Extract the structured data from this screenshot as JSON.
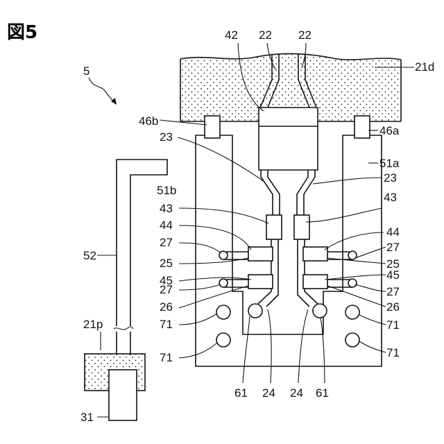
{
  "figure": {
    "title": "図5",
    "labels": {
      "l5": "5",
      "l42": "42",
      "l22a": "22",
      "l22b": "22",
      "l21d": "21d",
      "l46b": "46b",
      "l46a": "46a",
      "l23a": "23",
      "l51a": "51a",
      "l51b": "51b",
      "l23b": "23",
      "l43a": "43",
      "l43b": "43",
      "l44a": "44",
      "l44b": "44",
      "l27a": "27",
      "l27b": "27",
      "l52": "52",
      "l25a": "25",
      "l25b": "25",
      "l45a": "45",
      "l45b": "45",
      "l27c": "27",
      "l27d": "27",
      "l26a": "26",
      "l26b": "26",
      "l71a": "71",
      "l71b": "71",
      "l21p": "21p",
      "l71c": "71",
      "l71d": "71",
      "l61a": "61",
      "l24a": "24",
      "l24b": "24",
      "l61b": "61",
      "l31": "31"
    }
  },
  "colors": {
    "ink": "#111111",
    "background": "#ffffff"
  }
}
